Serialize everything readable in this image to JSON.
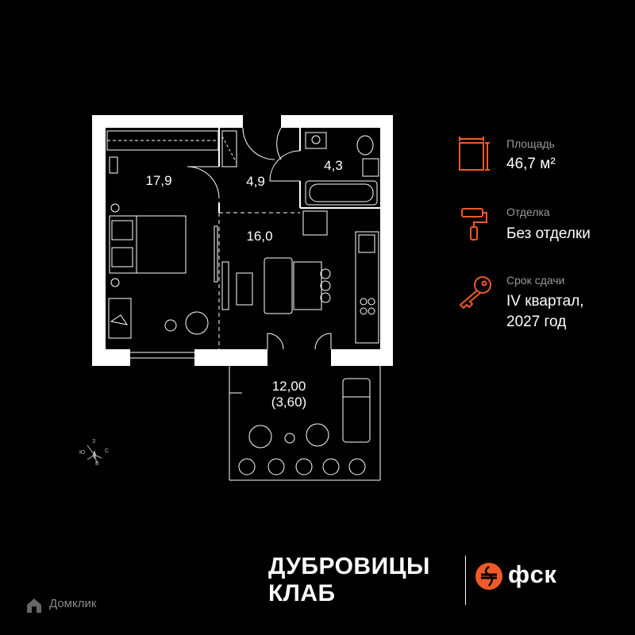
{
  "rooms": {
    "bedroom": "17,9",
    "hall": "4,9",
    "bathroom": "4,3",
    "kitchen_living": "16,0"
  },
  "balcony": {
    "area": "12,00",
    "reduced_area": "(3,60)"
  },
  "info": {
    "area_label": "Площадь",
    "area_value": "46,7 м²",
    "finish_label": "Отделка",
    "finish_value": "Без отделки",
    "deadline_label": "Срок сдачи",
    "deadline_value_line1": "IV квартал,",
    "deadline_value_line2": "2027 год"
  },
  "brand": {
    "line1": "ДУБРОВИЦЫ",
    "line2": "КЛАБ",
    "developer": "фск",
    "watermark": "Домклик"
  },
  "compass": {
    "north": "З",
    "west": "Ю",
    "east": "С",
    "south": "В"
  },
  "colors": {
    "background": "#000000",
    "walls": "#ffffff",
    "accent": "#f05a28",
    "muted_text": "#9a9a9a"
  },
  "icons": {
    "area": "area-frame-icon",
    "finish": "paint-roller-icon",
    "deadline": "key-icon",
    "developer": "fsk-logo-icon"
  }
}
